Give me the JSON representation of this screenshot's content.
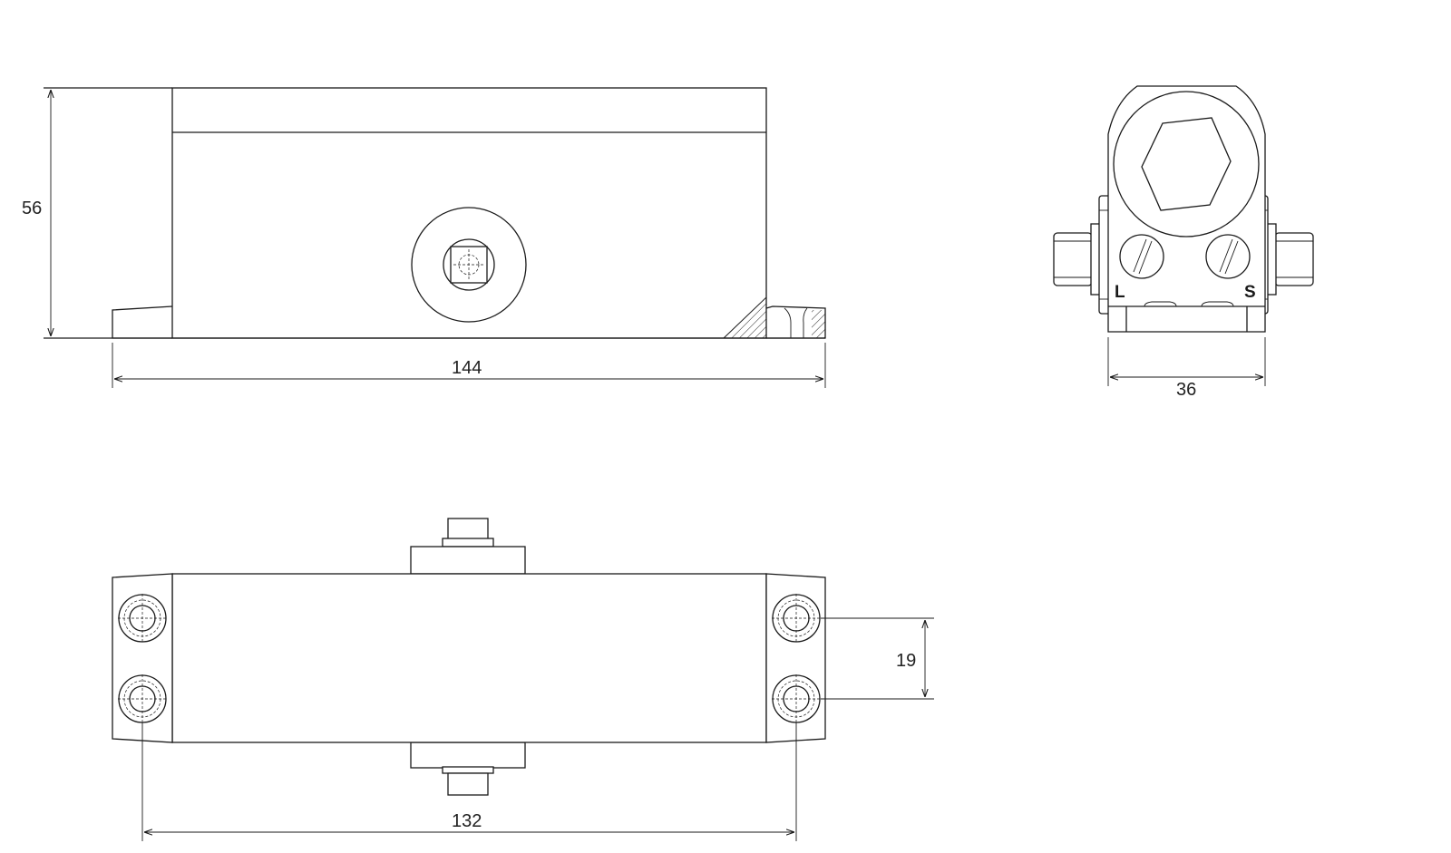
{
  "dimensions": {
    "side_height": "56",
    "side_length": "144",
    "end_width": "36",
    "bolt_spacing_vertical": "19",
    "bolt_spacing_horizontal": "132"
  },
  "valve_labels": {
    "left": "L",
    "right": "S"
  },
  "colors": {
    "line": "#1a1a1a",
    "background": "#ffffff"
  }
}
